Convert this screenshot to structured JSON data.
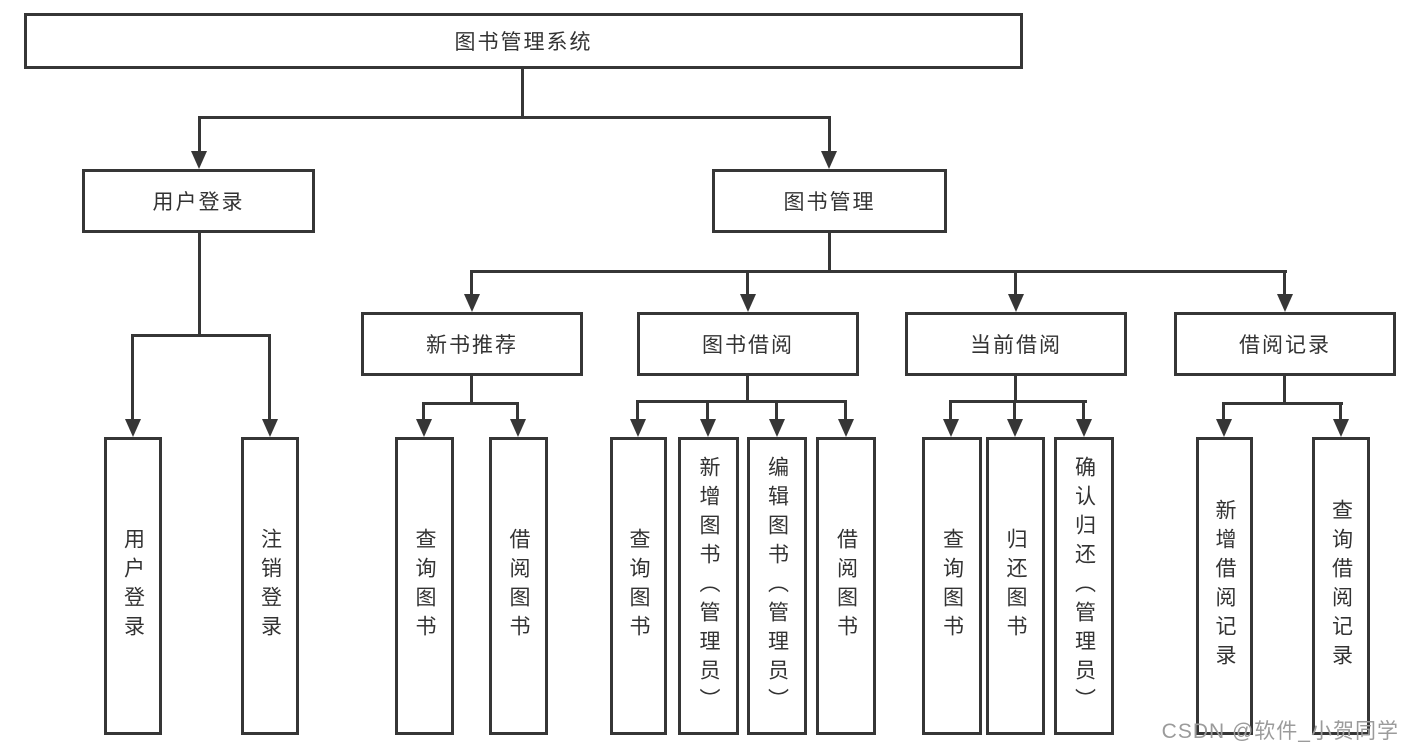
{
  "diagram": {
    "root": {
      "label": "图书管理系统",
      "children": [
        {
          "label": "用户登录",
          "children": [
            {
              "label": "用户登录"
            },
            {
              "label": "注销登录"
            }
          ]
        },
        {
          "label": "图书管理",
          "children": [
            {
              "label": "新书推荐",
              "children": [
                {
                  "label": "查询图书"
                },
                {
                  "label": "借阅图书"
                }
              ]
            },
            {
              "label": "图书借阅",
              "children": [
                {
                  "label": "查询图书"
                },
                {
                  "label": "新增图书（管理员）"
                },
                {
                  "label": "编辑图书（管理员）"
                },
                {
                  "label": "借阅图书"
                }
              ]
            },
            {
              "label": "当前借阅",
              "children": [
                {
                  "label": "查询图书"
                },
                {
                  "label": "归还图书"
                },
                {
                  "label": "确认归还（管理员）"
                }
              ]
            },
            {
              "label": "借阅记录",
              "children": [
                {
                  "label": "新增借阅记录"
                },
                {
                  "label": "查询借阅记录"
                }
              ]
            }
          ]
        }
      ]
    },
    "colors": {
      "line": "#363636",
      "text": "#333333",
      "background": "#ffffff",
      "watermark": "#9b9b9b"
    }
  },
  "watermark": {
    "text": "CSDN @软件_小贺同学"
  }
}
